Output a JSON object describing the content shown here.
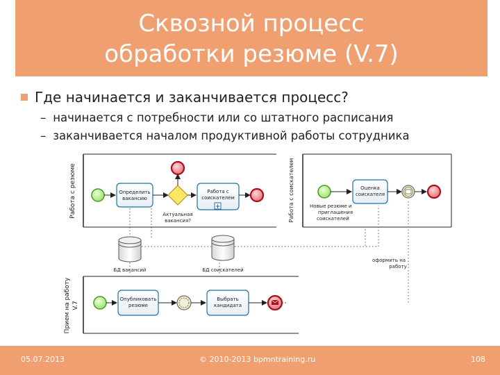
{
  "slide": {
    "title_line1": "Сквозной процесс",
    "title_line2": "обработки резюме (V.7)",
    "bullet": "Где начинается и заканчивается процесс?",
    "sub1": "начинается с потребности или со штатного расписания",
    "sub2": "заканчивается началом продуктивной работы сотрудника",
    "dash": "–"
  },
  "diagram": {
    "pool1_label": "Работа с резюме",
    "pool2_label": "Работа с соискателем",
    "pool3_label_1": "Прием на работу",
    "pool3_label_2": "V.7",
    "task_define_1": "Определить",
    "task_define_2": "вакансию",
    "gateway_label_1": "Актуальная",
    "gateway_label_2": "вакансия?",
    "task_work_1": "Работа с",
    "task_work_2": "соискателем",
    "task_assess_1": "Оценка",
    "task_assess_2": "соискателя",
    "invite_1": "Новые резюме и",
    "invite_2": "приглашения",
    "invite_3": "соискателей",
    "db_vacancies": "БД вакансий",
    "db_applicants": "БД соискателей",
    "hire_note_1": "оформить на",
    "hire_note_2": "работу",
    "task_publish_1": "Опубликовать",
    "task_publish_2": "резюме",
    "task_choose_1": "Выбрать",
    "task_choose_2": "кандидата"
  },
  "footer": {
    "date": "05.07.2013",
    "copyright": "© 2010-2013 bpmntraining.ru",
    "page": "108"
  },
  "colors": {
    "accent": "#F0A070",
    "start_event": "#6CCB3C",
    "end_event": "#D0202F",
    "gateway": "#FFE566",
    "task_border": "#1F6FA8"
  }
}
